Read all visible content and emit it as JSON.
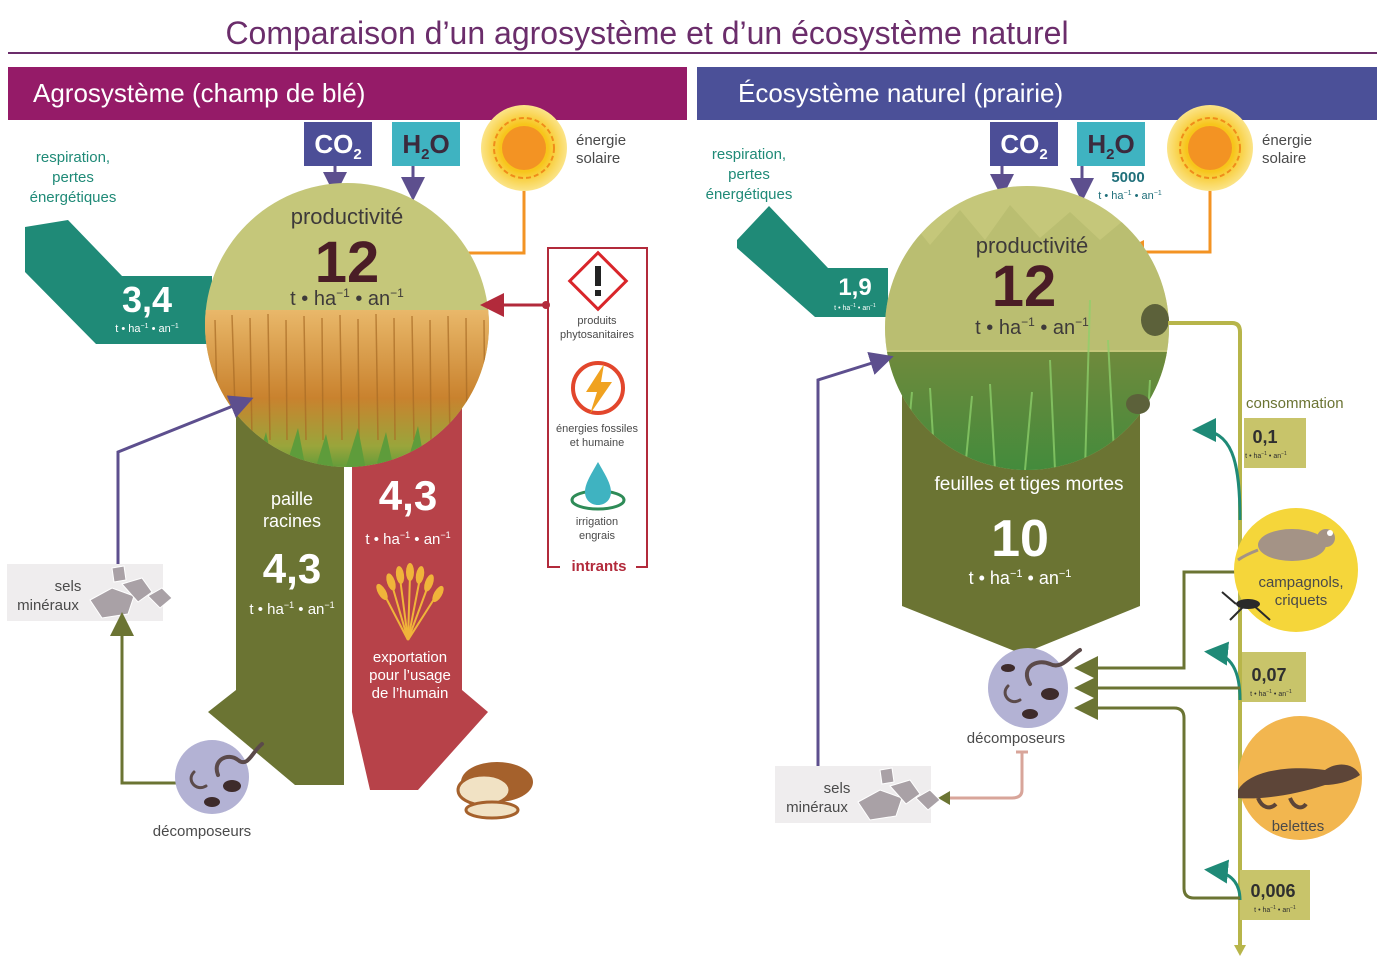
{
  "title": "Comparaison d’un agrosystème et d’un écosystème naturel",
  "colors": {
    "title": "#6b2d6b",
    "agro_band": "#951b68",
    "eco_band": "#4b5098",
    "co2_box": "#4c4e97",
    "h2o_box": "#3fb3c1",
    "teal": "#1f8a77",
    "olive": "#6b7433",
    "red": "#b74249",
    "sun": "#f7c51b",
    "orange_arrow": "#f39323",
    "purple_arrow": "#5d4f8e",
    "consumer_yellow": "#f5d63a",
    "weasel_orange": "#f2b64f",
    "olive_box": "#c8c46a"
  },
  "agro": {
    "heading": "Agrosystème (champ de blé)",
    "co2": "CO",
    "co2_sub": "2",
    "h2o_h": "H",
    "h2o_sub": "2",
    "h2o_o": "O",
    "solar_1": "énergie",
    "solar_2": "solaire",
    "resp_1": "respiration,",
    "resp_2": "pertes",
    "resp_3": "énergétiques",
    "resp_value": "3,4",
    "productivity_label": "productivité",
    "productivity_value": "12",
    "straw_1": "paille",
    "straw_2": "racines",
    "straw_value": "4,3",
    "export_value": "4,3",
    "export_1": "exportation",
    "export_2": "pour l’usage",
    "export_3": "de l’humain",
    "minerals_1": "sels",
    "minerals_2": "minéraux",
    "decomposers": "décomposeurs",
    "inputs_title": "intrants",
    "input_1a": "produits",
    "input_1b": "phytosanitaires",
    "input_2a": "énergies fossiles",
    "input_2b": "et humaine",
    "input_3a": "irrigation",
    "input_3b": "engrais"
  },
  "eco": {
    "heading": "Écosystème naturel (prairie)",
    "co2": "CO",
    "co2_sub": "2",
    "h2o_h": "H",
    "h2o_sub": "2",
    "h2o_o": "O",
    "h2o_value": "5000",
    "solar_1": "énergie",
    "solar_2": "solaire",
    "resp_1": "respiration,",
    "resp_2": "pertes",
    "resp_3": "énergétiques",
    "resp_value": "1,9",
    "productivity_label": "productivité",
    "productivity_value": "12",
    "dead_1": "feuilles et tiges mortes",
    "dead_value": "10",
    "consumption_label": "consommation",
    "consumption_1": "0,1",
    "consumption_2": "0,07",
    "consumption_3": "0,006",
    "consumers_1a": "campagnols,",
    "consumers_1b": "criquets",
    "consumers_2": "belettes",
    "decomposers": "décomposeurs",
    "minerals_1": "sels",
    "minerals_2": "minéraux"
  },
  "unit_t": "t",
  "unit_dot": "•",
  "unit_ha": "ha",
  "unit_an": "an",
  "unit_exp": "−1"
}
